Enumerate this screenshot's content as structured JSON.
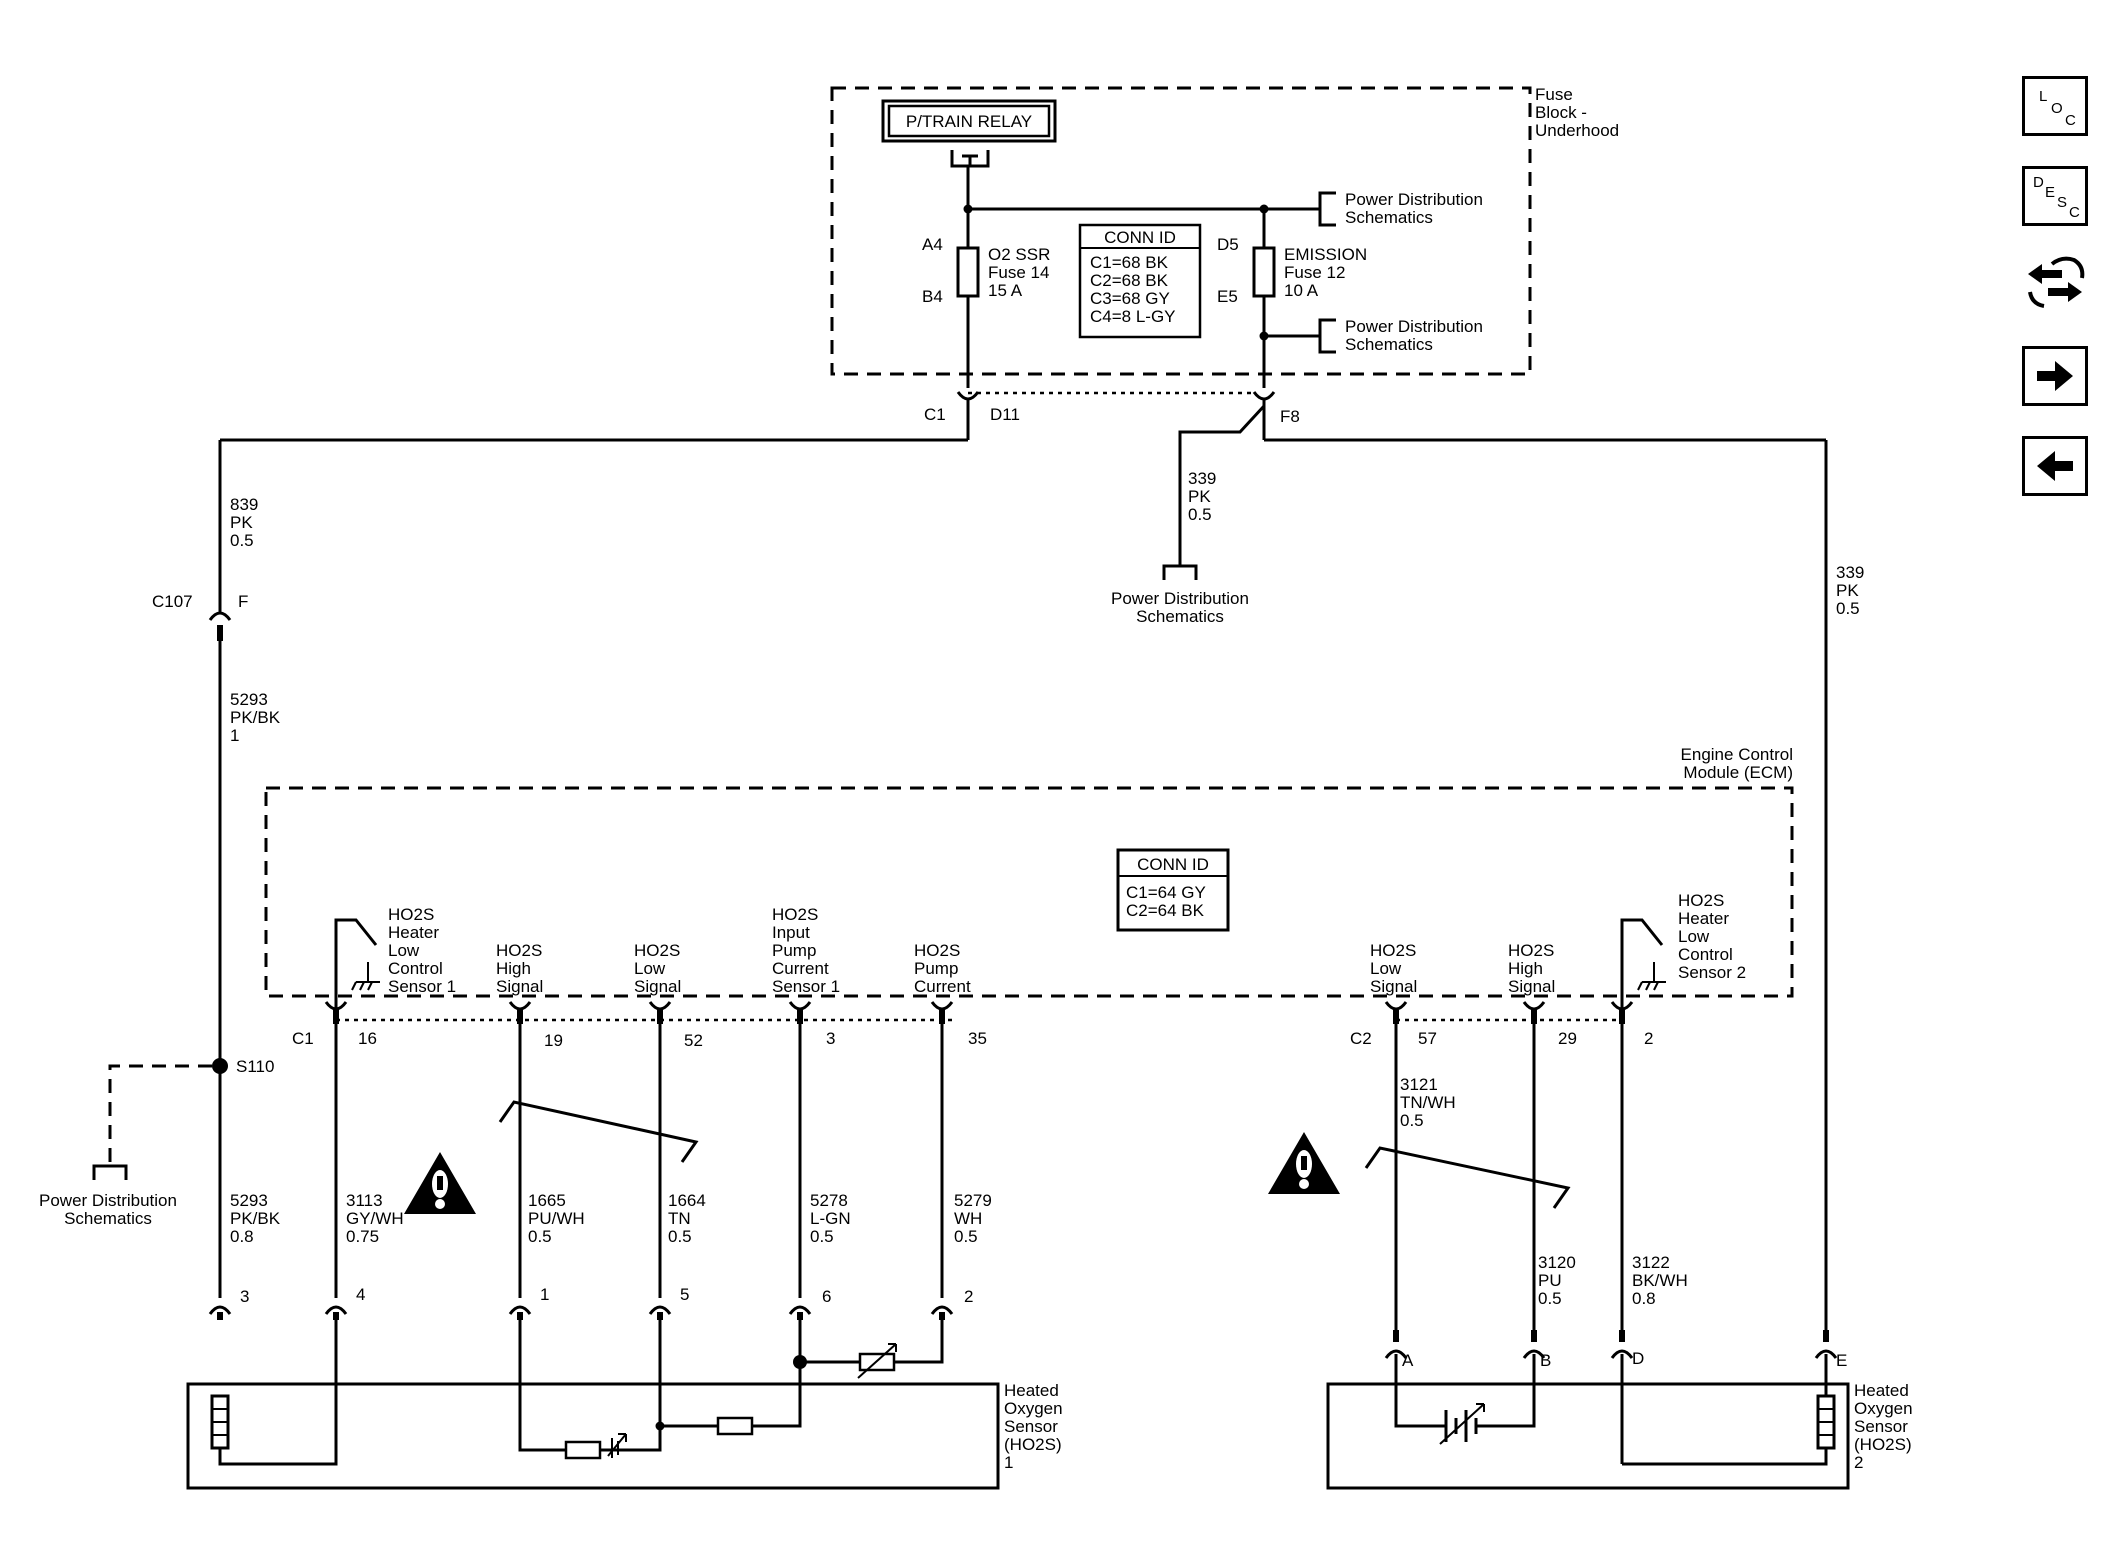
{
  "fuse_block": {
    "title_lines": [
      "Fuse",
      "Block -",
      "Underhood"
    ],
    "relay": "P/TRAIN RELAY",
    "fuse_left": {
      "lines": [
        "O2 SSR",
        "Fuse 14",
        "15 A"
      ],
      "top": "A4",
      "bottom": "B4"
    },
    "fuse_right": {
      "lines": [
        "EMISSION",
        "Fuse 12",
        "10 A"
      ],
      "top": "D5",
      "bottom": "E5"
    },
    "conn_id": {
      "title": "CONN ID",
      "rows": [
        "C1=68 BK",
        "C2=68 BK",
        "C3=68 GY",
        "C4=8 L-GY"
      ]
    },
    "pd_upper": [
      "Power Distribution",
      "Schematics"
    ],
    "pd_lower": [
      "Power Distribution",
      "Schematics"
    ],
    "connector_c1": "C1",
    "pin_d11": "D11",
    "pin_f8": "F8"
  },
  "wires": {
    "w839": [
      "839",
      "PK",
      "0.5"
    ],
    "w339_mid": [
      "339",
      "PK",
      "0.5"
    ],
    "w339_right": [
      "339",
      "PK",
      "0.5"
    ],
    "w5293_top": [
      "5293",
      "PK/BK",
      "1"
    ],
    "w5293_low": [
      "5293",
      "PK/BK",
      "0.8"
    ],
    "w3113": [
      "3113",
      "GY/WH",
      "0.75"
    ],
    "w1665": [
      "1665",
      "PU/WH",
      "0.5"
    ],
    "w1664": [
      "1664",
      "TN",
      "0.5"
    ],
    "w5278": [
      "5278",
      "L-GN",
      "0.5"
    ],
    "w5279": [
      "5279",
      "WH",
      "0.5"
    ],
    "w3121": [
      "3121",
      "TN/WH",
      "0.5"
    ],
    "w3120": [
      "3120",
      "PU",
      "0.5"
    ],
    "w3122": [
      "3122",
      "BK/WH",
      "0.8"
    ]
  },
  "pd_middle": [
    "Power Distribution",
    "Schematics"
  ],
  "pd_left": [
    "Power Distribution",
    "Schematics"
  ],
  "c107": {
    "name": "C107",
    "pin": "F"
  },
  "splice": "S110",
  "ecm": {
    "title_lines": [
      "Engine Control",
      "Module (ECM)"
    ],
    "conn_id": {
      "title": "CONN ID",
      "rows": [
        "C1=64 GY",
        "C2=64 BK"
      ]
    },
    "circuits": {
      "heater_low_1": [
        "HO2S",
        "Heater",
        "Low",
        "Control",
        "Sensor 1"
      ],
      "high_signal_1": [
        "HO2S",
        "High",
        "Signal"
      ],
      "low_signal_1": [
        "HO2S",
        "Low",
        "Signal"
      ],
      "input_pump": [
        "HO2S",
        "Input",
        "Pump",
        "Current",
        "Sensor 1"
      ],
      "pump_current": [
        "HO2S",
        "Pump",
        "Current"
      ],
      "low_signal_2": [
        "HO2S",
        "Low",
        "Signal"
      ],
      "high_signal_2": [
        "HO2S",
        "High",
        "Signal"
      ],
      "heater_low_2": [
        "HO2S",
        "Heater",
        "Low",
        "Control",
        "Sensor 2"
      ]
    },
    "c1": {
      "name": "C1",
      "pins": [
        "16",
        "19",
        "52",
        "3",
        "35"
      ]
    },
    "c2": {
      "name": "C2",
      "pins": [
        "57",
        "29",
        "2"
      ]
    }
  },
  "sensor1": {
    "lines": [
      "Heated",
      "Oxygen",
      "Sensor",
      "(HO2S)",
      "1"
    ],
    "pins": [
      "3",
      "4",
      "1",
      "5",
      "6",
      "2"
    ]
  },
  "sensor2": {
    "lines": [
      "Heated",
      "Oxygen",
      "Sensor",
      "(HO2S)",
      "2"
    ],
    "pins": [
      "A",
      "B",
      "D",
      "E"
    ]
  },
  "nav": {
    "loc": [
      "L",
      "O",
      "C"
    ],
    "desc": [
      "D",
      "E",
      "S",
      "C"
    ],
    "icons": [
      "wiring-connector-icon",
      "arrow-right-icon",
      "arrow-left-icon"
    ]
  }
}
